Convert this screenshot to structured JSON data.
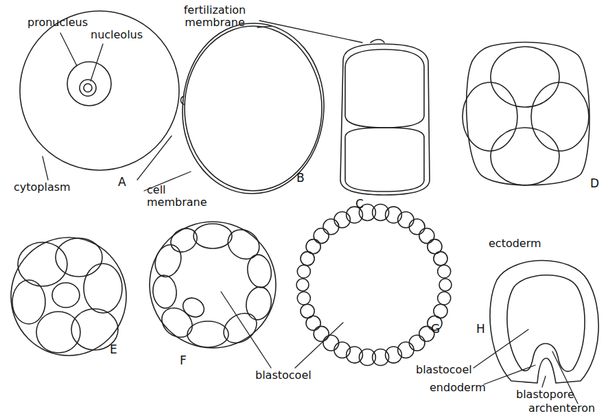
{
  "diagram": {
    "labels": [
      "fertilization membrane",
      "pronucleus",
      "nucleolus",
      "cytoplasm",
      "A",
      "cell membrane",
      "B",
      "C",
      "D",
      "E",
      "F",
      "blastocoel",
      "G",
      "ectoderm",
      "H",
      "blastocoel",
      "endoderm",
      "blastopore",
      "archenteron"
    ]
  }
}
